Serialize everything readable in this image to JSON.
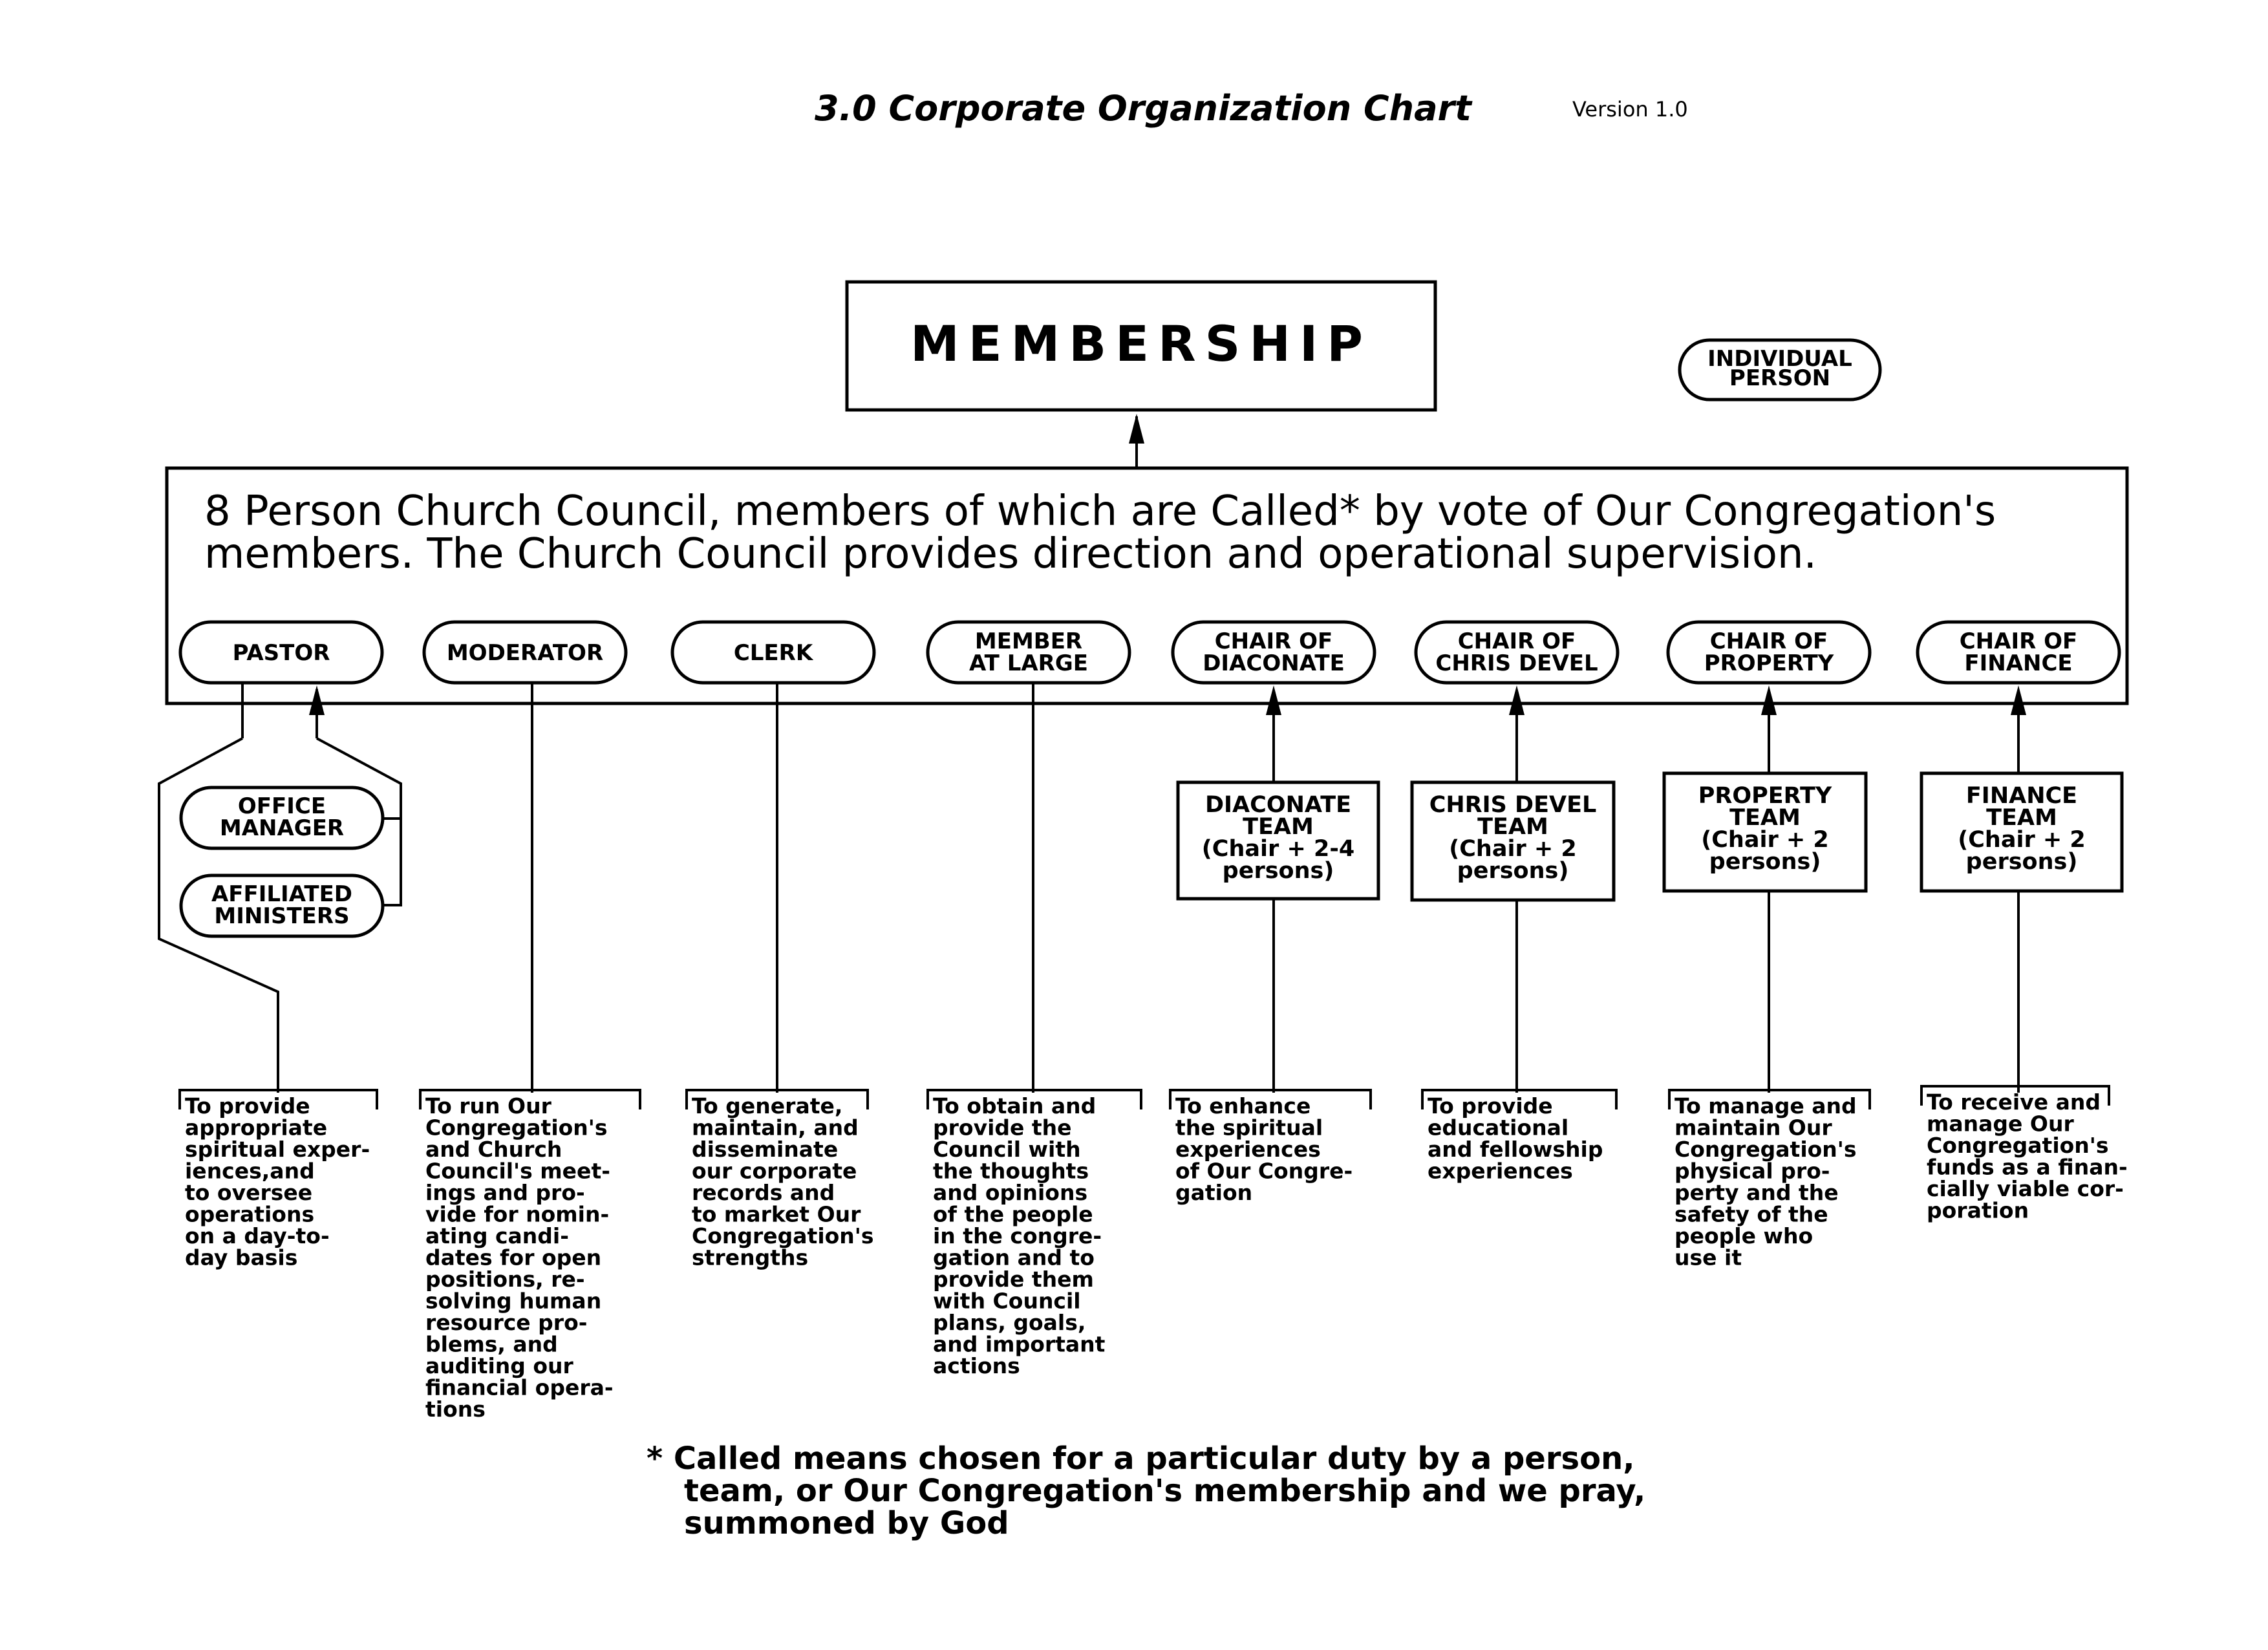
{
  "title": "3.0  Corporate Organization Chart",
  "version": "Version 1.0",
  "membership": "MEMBERSHIP",
  "legend_label": [
    "INDIVIDUAL",
    "PERSON"
  ],
  "council_text": [
    "8 Person Church Council, members of which are Called* by vote of Our Congregation's",
    "members.  The Church Council provides direction and operational supervision."
  ],
  "roles": [
    {
      "label": [
        "PASTOR"
      ]
    },
    {
      "label": [
        "MODERATOR"
      ]
    },
    {
      "label": [
        "CLERK"
      ]
    },
    {
      "label": [
        "MEMBER",
        "AT LARGE"
      ]
    },
    {
      "label": [
        "CHAIR OF",
        "DIACONATE"
      ]
    },
    {
      "label": [
        "CHAIR OF",
        "CHRIS DEVEL"
      ]
    },
    {
      "label": [
        "CHAIR OF",
        "PROPERTY"
      ]
    },
    {
      "label": [
        "CHAIR OF",
        "FINANCE"
      ]
    }
  ],
  "pastor_staff": [
    {
      "label": [
        "OFFICE",
        "MANAGER"
      ]
    },
    {
      "label": [
        "AFFILIATED",
        "MINISTERS"
      ]
    }
  ],
  "teams": [
    {
      "label": [
        "DIACONATE",
        "TEAM",
        "(Chair + 2-4",
        "persons)"
      ]
    },
    {
      "label": [
        "CHRIS DEVEL",
        "TEAM",
        "(Chair + 2",
        "persons)"
      ]
    },
    {
      "label": [
        "PROPERTY",
        "TEAM",
        "(Chair + 2",
        "persons)"
      ]
    },
    {
      "label": [
        "FINANCE",
        "TEAM",
        "(Chair + 2",
        "persons)"
      ]
    }
  ],
  "descriptions": [
    [
      "To provide",
      "appropriate",
      "spiritual exper-",
      "iences,and",
      "to oversee",
      "operations",
      "on a day-to-",
      "day basis"
    ],
    [
      "To run Our",
      "Congregation's",
      "and Church",
      "Council's meet-",
      "ings and pro-",
      "vide for nomin-",
      "ating candi-",
      "dates for open",
      "positions, re-",
      "solving human",
      "resource pro-",
      "blems, and",
      "auditing our",
      "financial opera-",
      "tions"
    ],
    [
      "To generate,",
      "maintain, and",
      "disseminate",
      "our corporate",
      "records and",
      "to market Our",
      "Congregation's",
      "strengths"
    ],
    [
      "To obtain and",
      "provide the",
      "Council with",
      "the thoughts",
      "and opinions",
      "of the people",
      "in the congre-",
      "gation and to",
      "provide them",
      "with Council",
      "plans, goals,",
      "and important",
      "actions"
    ],
    [
      "To enhance",
      "the spiritual",
      "experiences",
      "of Our Congre-",
      "gation"
    ],
    [
      "To provide",
      "educational",
      "and fellowship",
      "experiences"
    ],
    [
      "To manage and",
      "maintain Our",
      "Congregation's",
      "physical pro-",
      "perty and the",
      "safety of the",
      "people who",
      "use it"
    ],
    [
      "To receive and",
      "manage Our",
      "Congregation's",
      "funds as a finan-",
      "cially viable cor-",
      "poration"
    ]
  ],
  "footnote": [
    "* Called means chosen for a particular duty by a person,",
    "team, or Our Congregation's membership and we pray,",
    "summoned by God"
  ]
}
